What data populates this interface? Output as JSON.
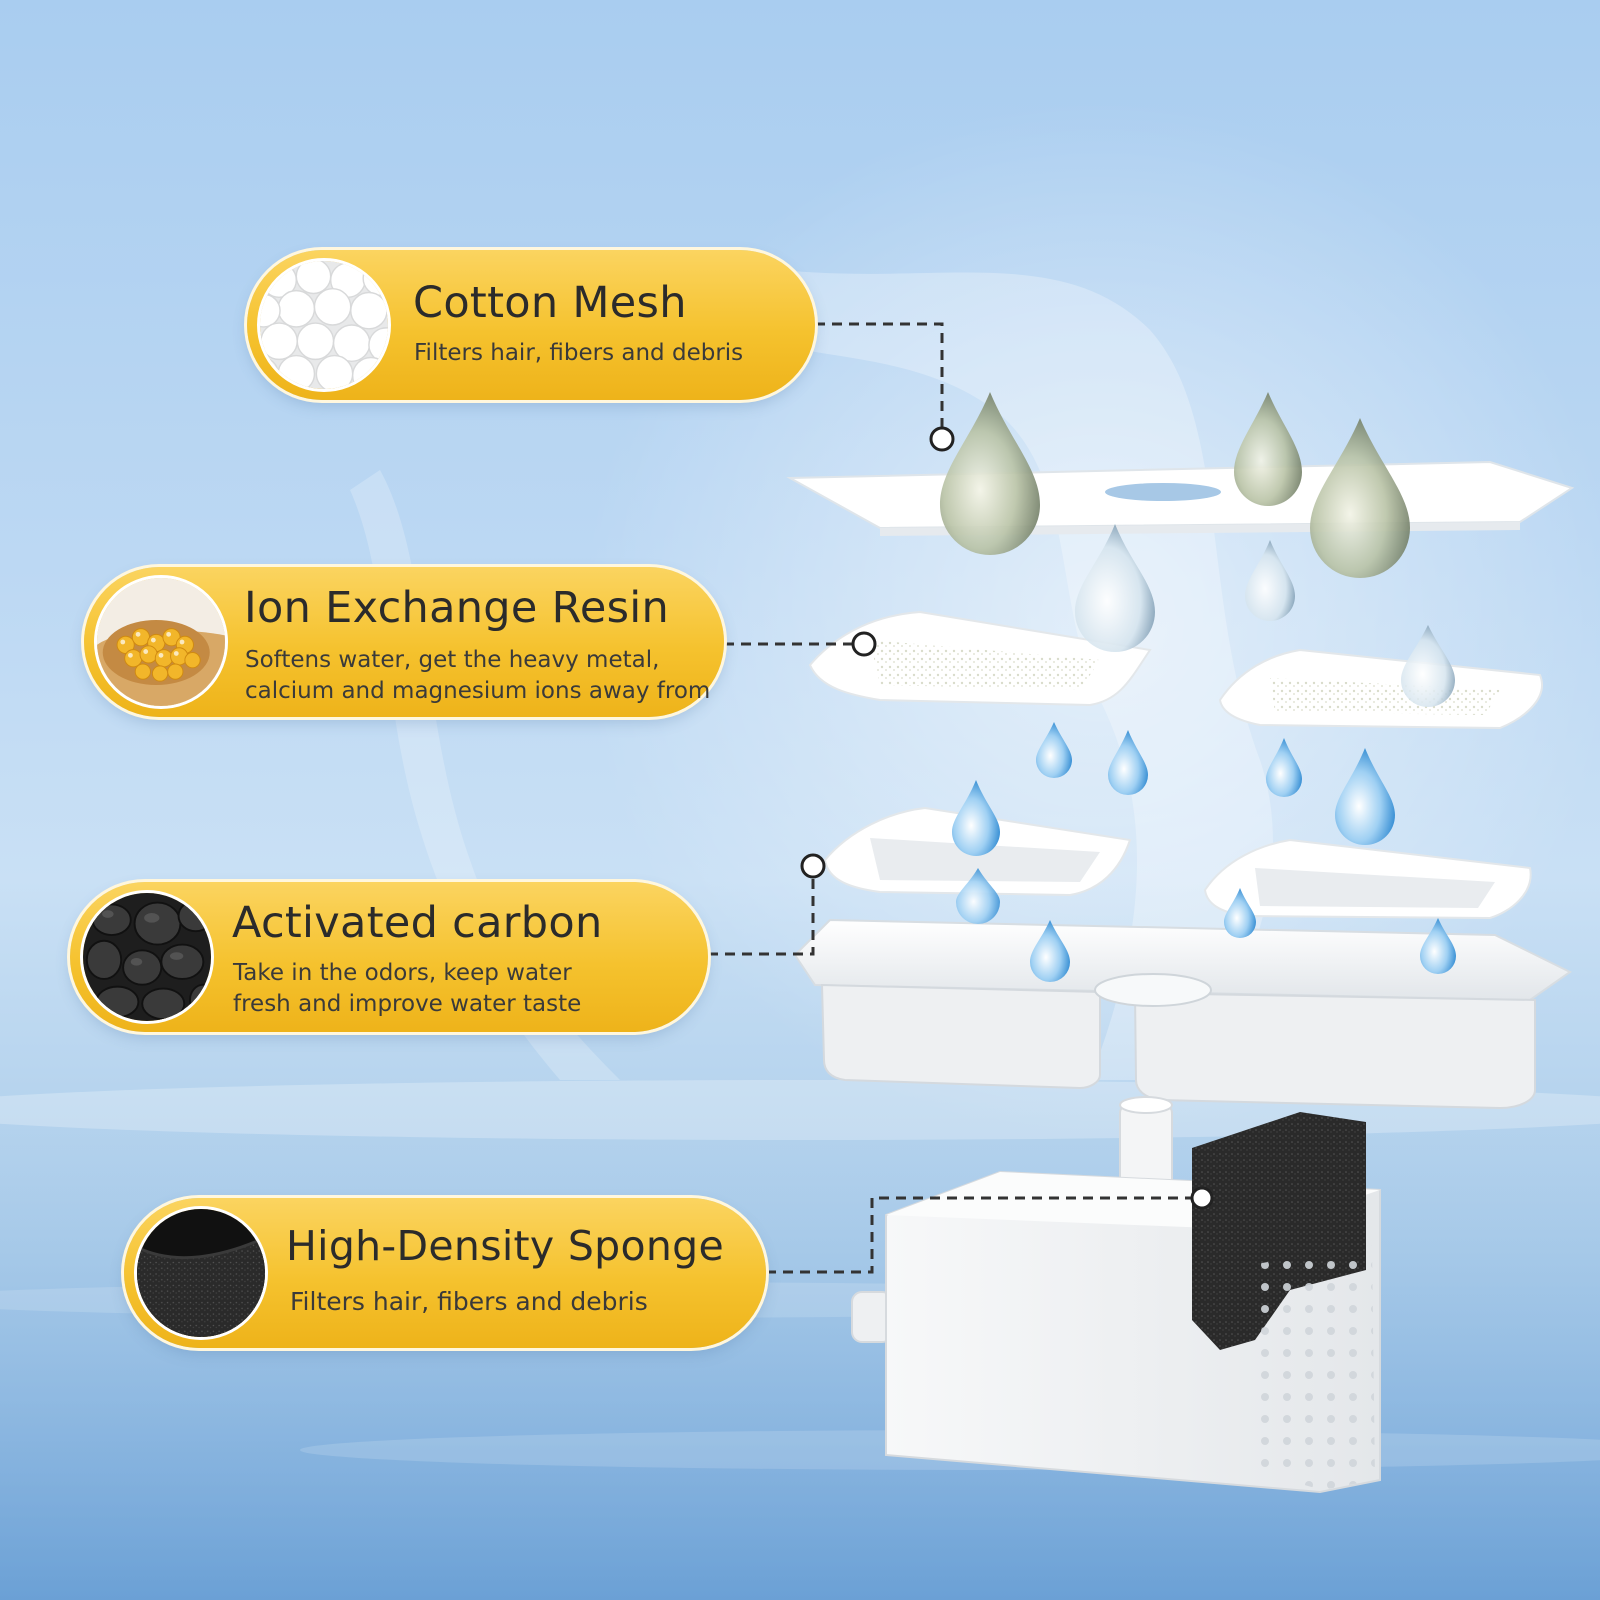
{
  "layers": [
    {
      "id": "cotton-mesh",
      "title": "Cotton Mesh",
      "description": [
        "Filters hair, fibers and debris"
      ],
      "thumb_icon": "cotton-balls-icon"
    },
    {
      "id": "ion-exchange-resin",
      "title": "Ion Exchange Resin",
      "description": [
        "Softens water, get the heavy metal,",
        "calcium and magnesium ions away from"
      ],
      "thumb_icon": "resin-beads-icon"
    },
    {
      "id": "activated-carbon",
      "title": "Activated carbon",
      "description": [
        "Take in the odors, keep water",
        "fresh and improve water taste"
      ],
      "thumb_icon": "carbon-pellets-icon"
    },
    {
      "id": "high-density-sponge",
      "title": "High-Density Sponge",
      "description": [
        "Filters hair, fibers and debris"
      ],
      "thumb_icon": "sponge-icon"
    }
  ],
  "colors": {
    "pill_fill": "#f5c22e",
    "pill_border": "#fff7de",
    "text_dark": "#2b2b2b",
    "connector": "#333333"
  }
}
